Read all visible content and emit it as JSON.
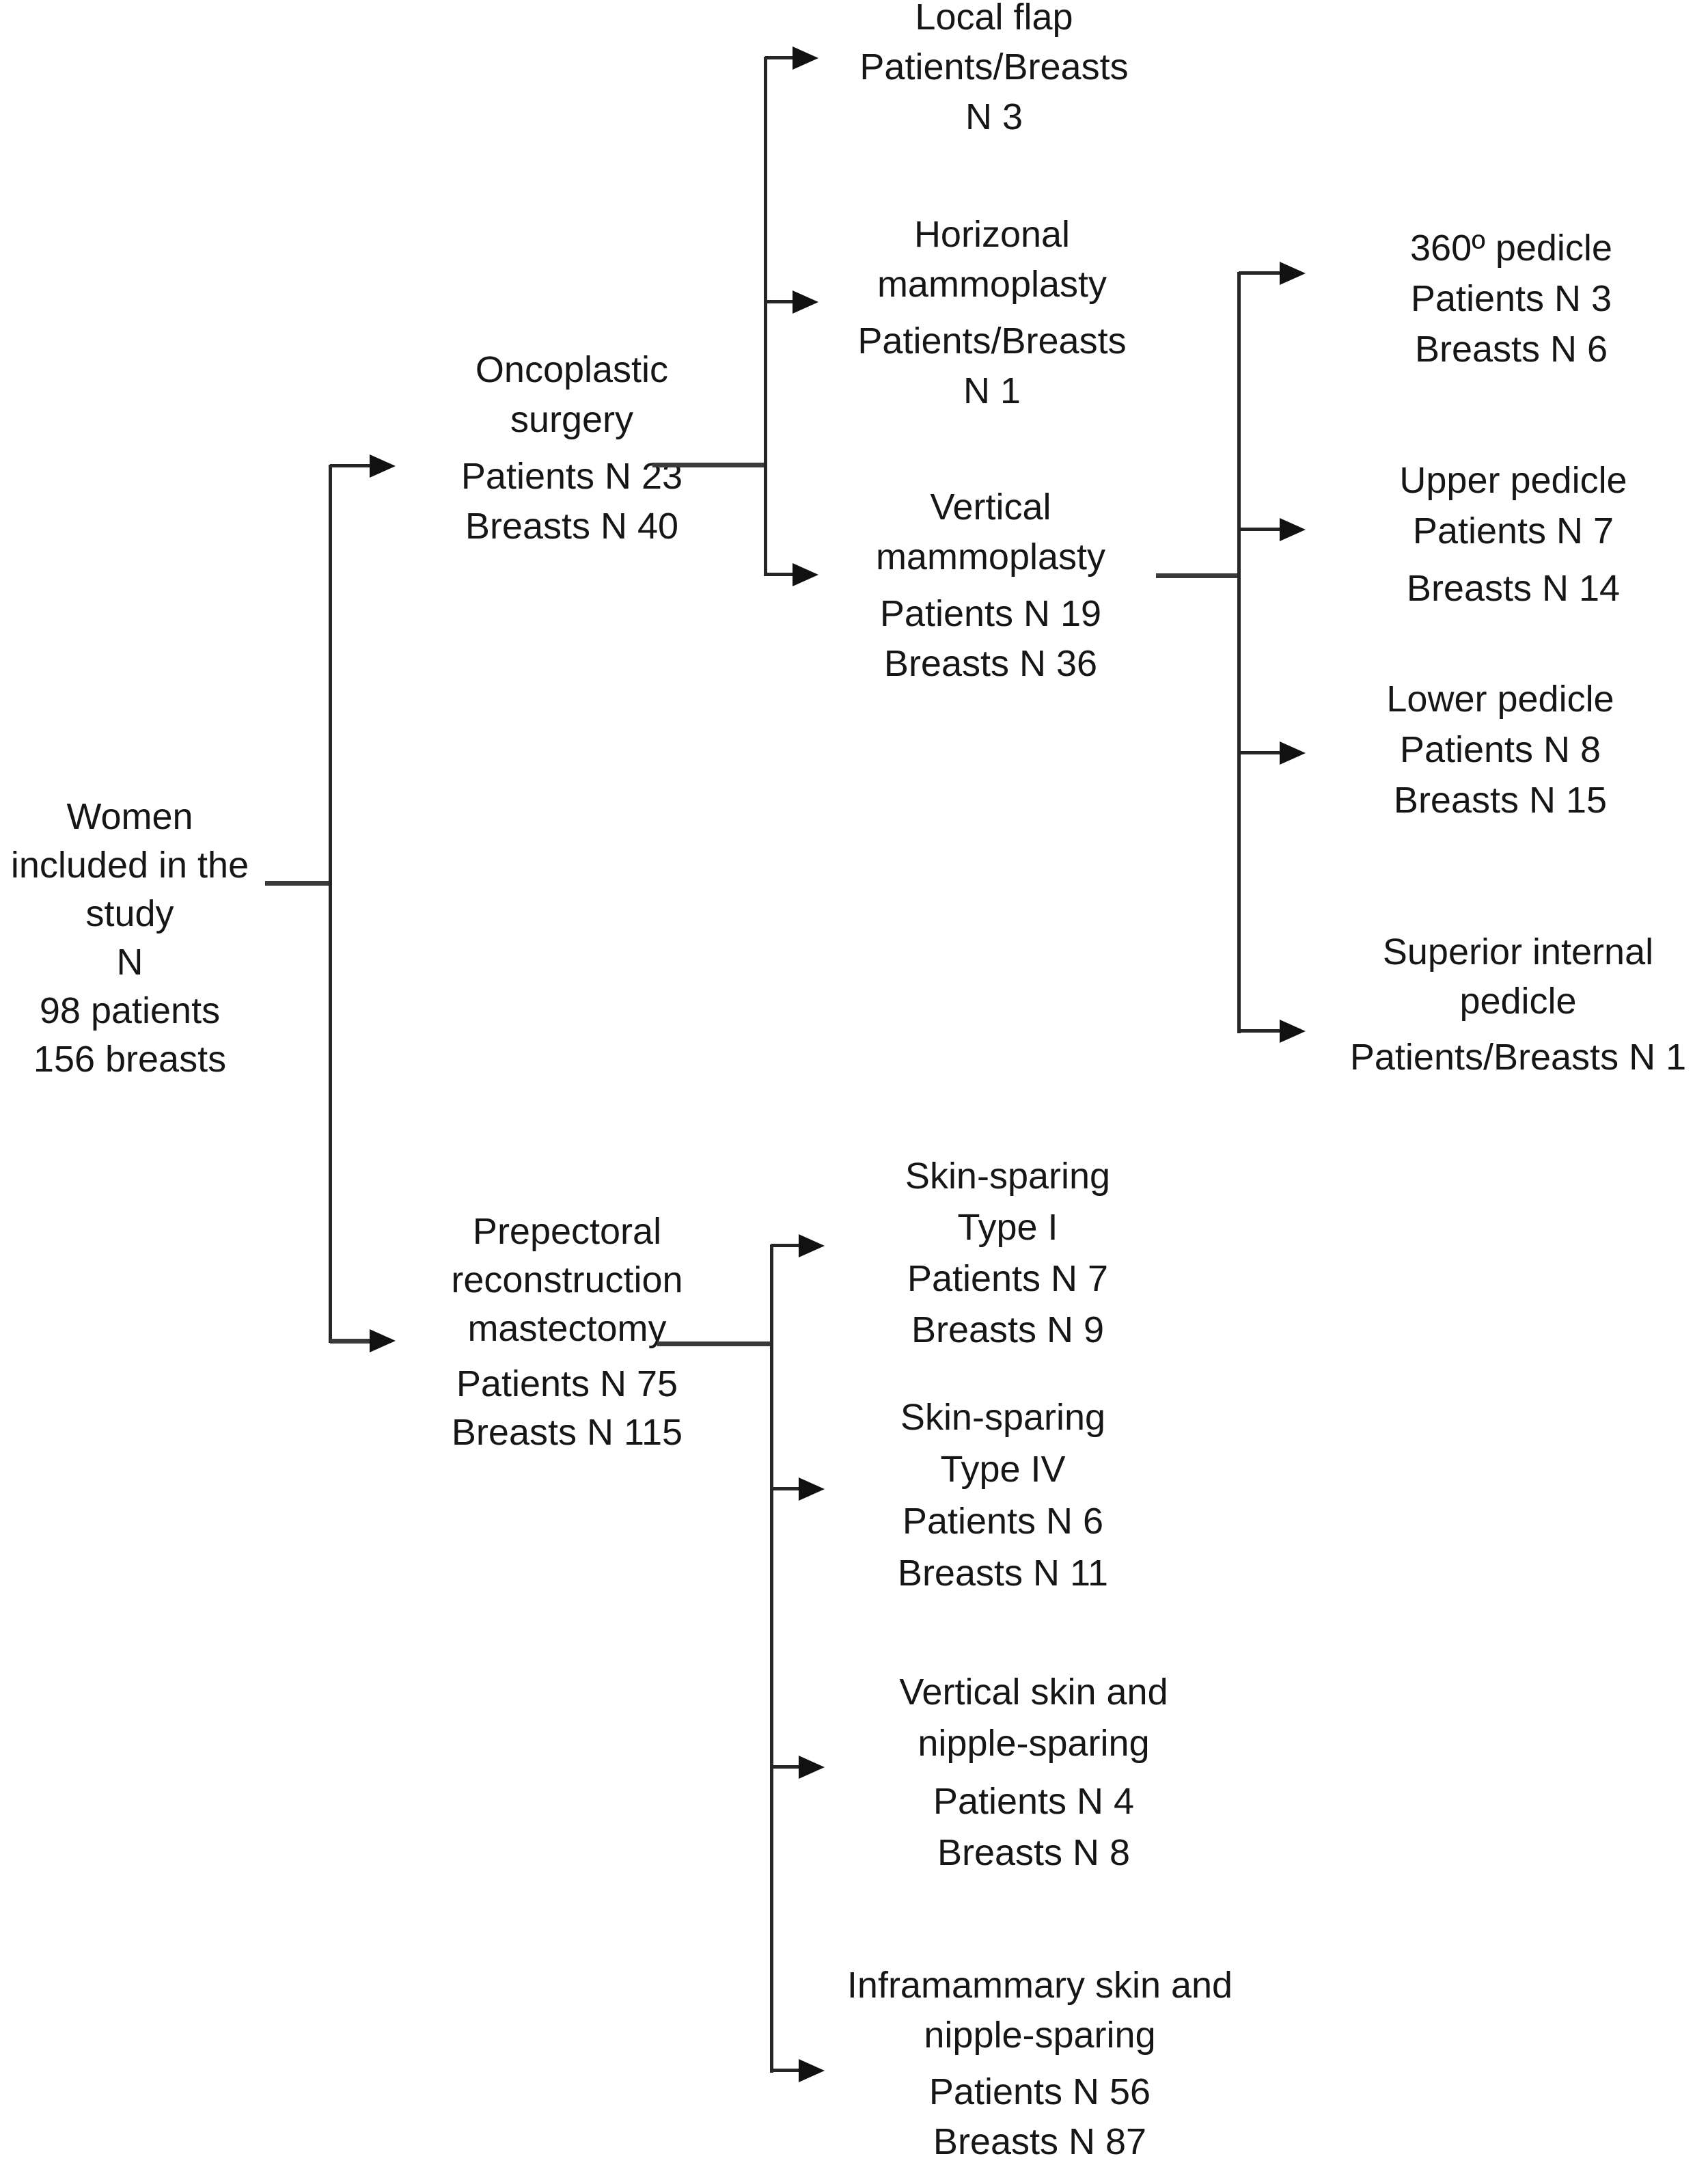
{
  "figure": {
    "description_colors": {
      "text": "#161616",
      "line": "#262626"
    },
    "nodes": {
      "root": {
        "lines": [
          "Women",
          "included in the",
          "study",
          "N",
          "98 patients",
          "156 breasts"
        ]
      },
      "oncoplastic": {
        "lines": [
          "Oncoplastic",
          "surgery",
          "Patients N 23",
          "Breasts N 40"
        ]
      },
      "local_flap": {
        "lines": [
          "Local flap",
          "Patients/Breasts",
          "N 3"
        ]
      },
      "horizontal_mammoplasty": {
        "lines": [
          "Horizonal",
          "mammoplasty",
          "Patients/Breasts",
          "N 1"
        ]
      },
      "vertical_mammoplasty": {
        "lines": [
          "Vertical",
          "mammoplasty",
          "Patients N 19",
          "Breasts N 36"
        ]
      },
      "pedicle_360": {
        "lines": [
          "360º pedicle",
          "Patients N 3",
          "Breasts N 6"
        ]
      },
      "upper_pedicle": {
        "lines": [
          "Upper pedicle",
          "Patients N 7",
          "Breasts N 14"
        ]
      },
      "lower_pedicle": {
        "lines": [
          "Lower pedicle",
          "Patients N 8",
          "Breasts N 15"
        ]
      },
      "superior_internal_pedicle": {
        "lines": [
          "Superior internal",
          "pedicle",
          "Patients/Breasts N 1"
        ]
      },
      "prepectoral": {
        "lines": [
          "Prepectoral",
          "reconstruction",
          "mastectomy",
          "Patients N 75",
          "Breasts N 115"
        ]
      },
      "skin_sparing_type_1": {
        "lines": [
          "Skin-sparing",
          "Type I",
          "Patients N 7",
          "Breasts N 9"
        ]
      },
      "skin_sparing_type_4": {
        "lines": [
          "Skin-sparing",
          "Type IV",
          "Patients N 6",
          "Breasts N 11"
        ]
      },
      "vertical_skin_nipple_sparing": {
        "lines": [
          "Vertical skin and",
          "nipple-sparing",
          "Patients N 4",
          "Breasts N 8"
        ]
      },
      "inframammary_skin_nipple_sparing": {
        "lines": [
          "Inframammary skin and",
          "nipple-sparing",
          "Patients N 56",
          "Breasts N 87"
        ]
      }
    }
  }
}
